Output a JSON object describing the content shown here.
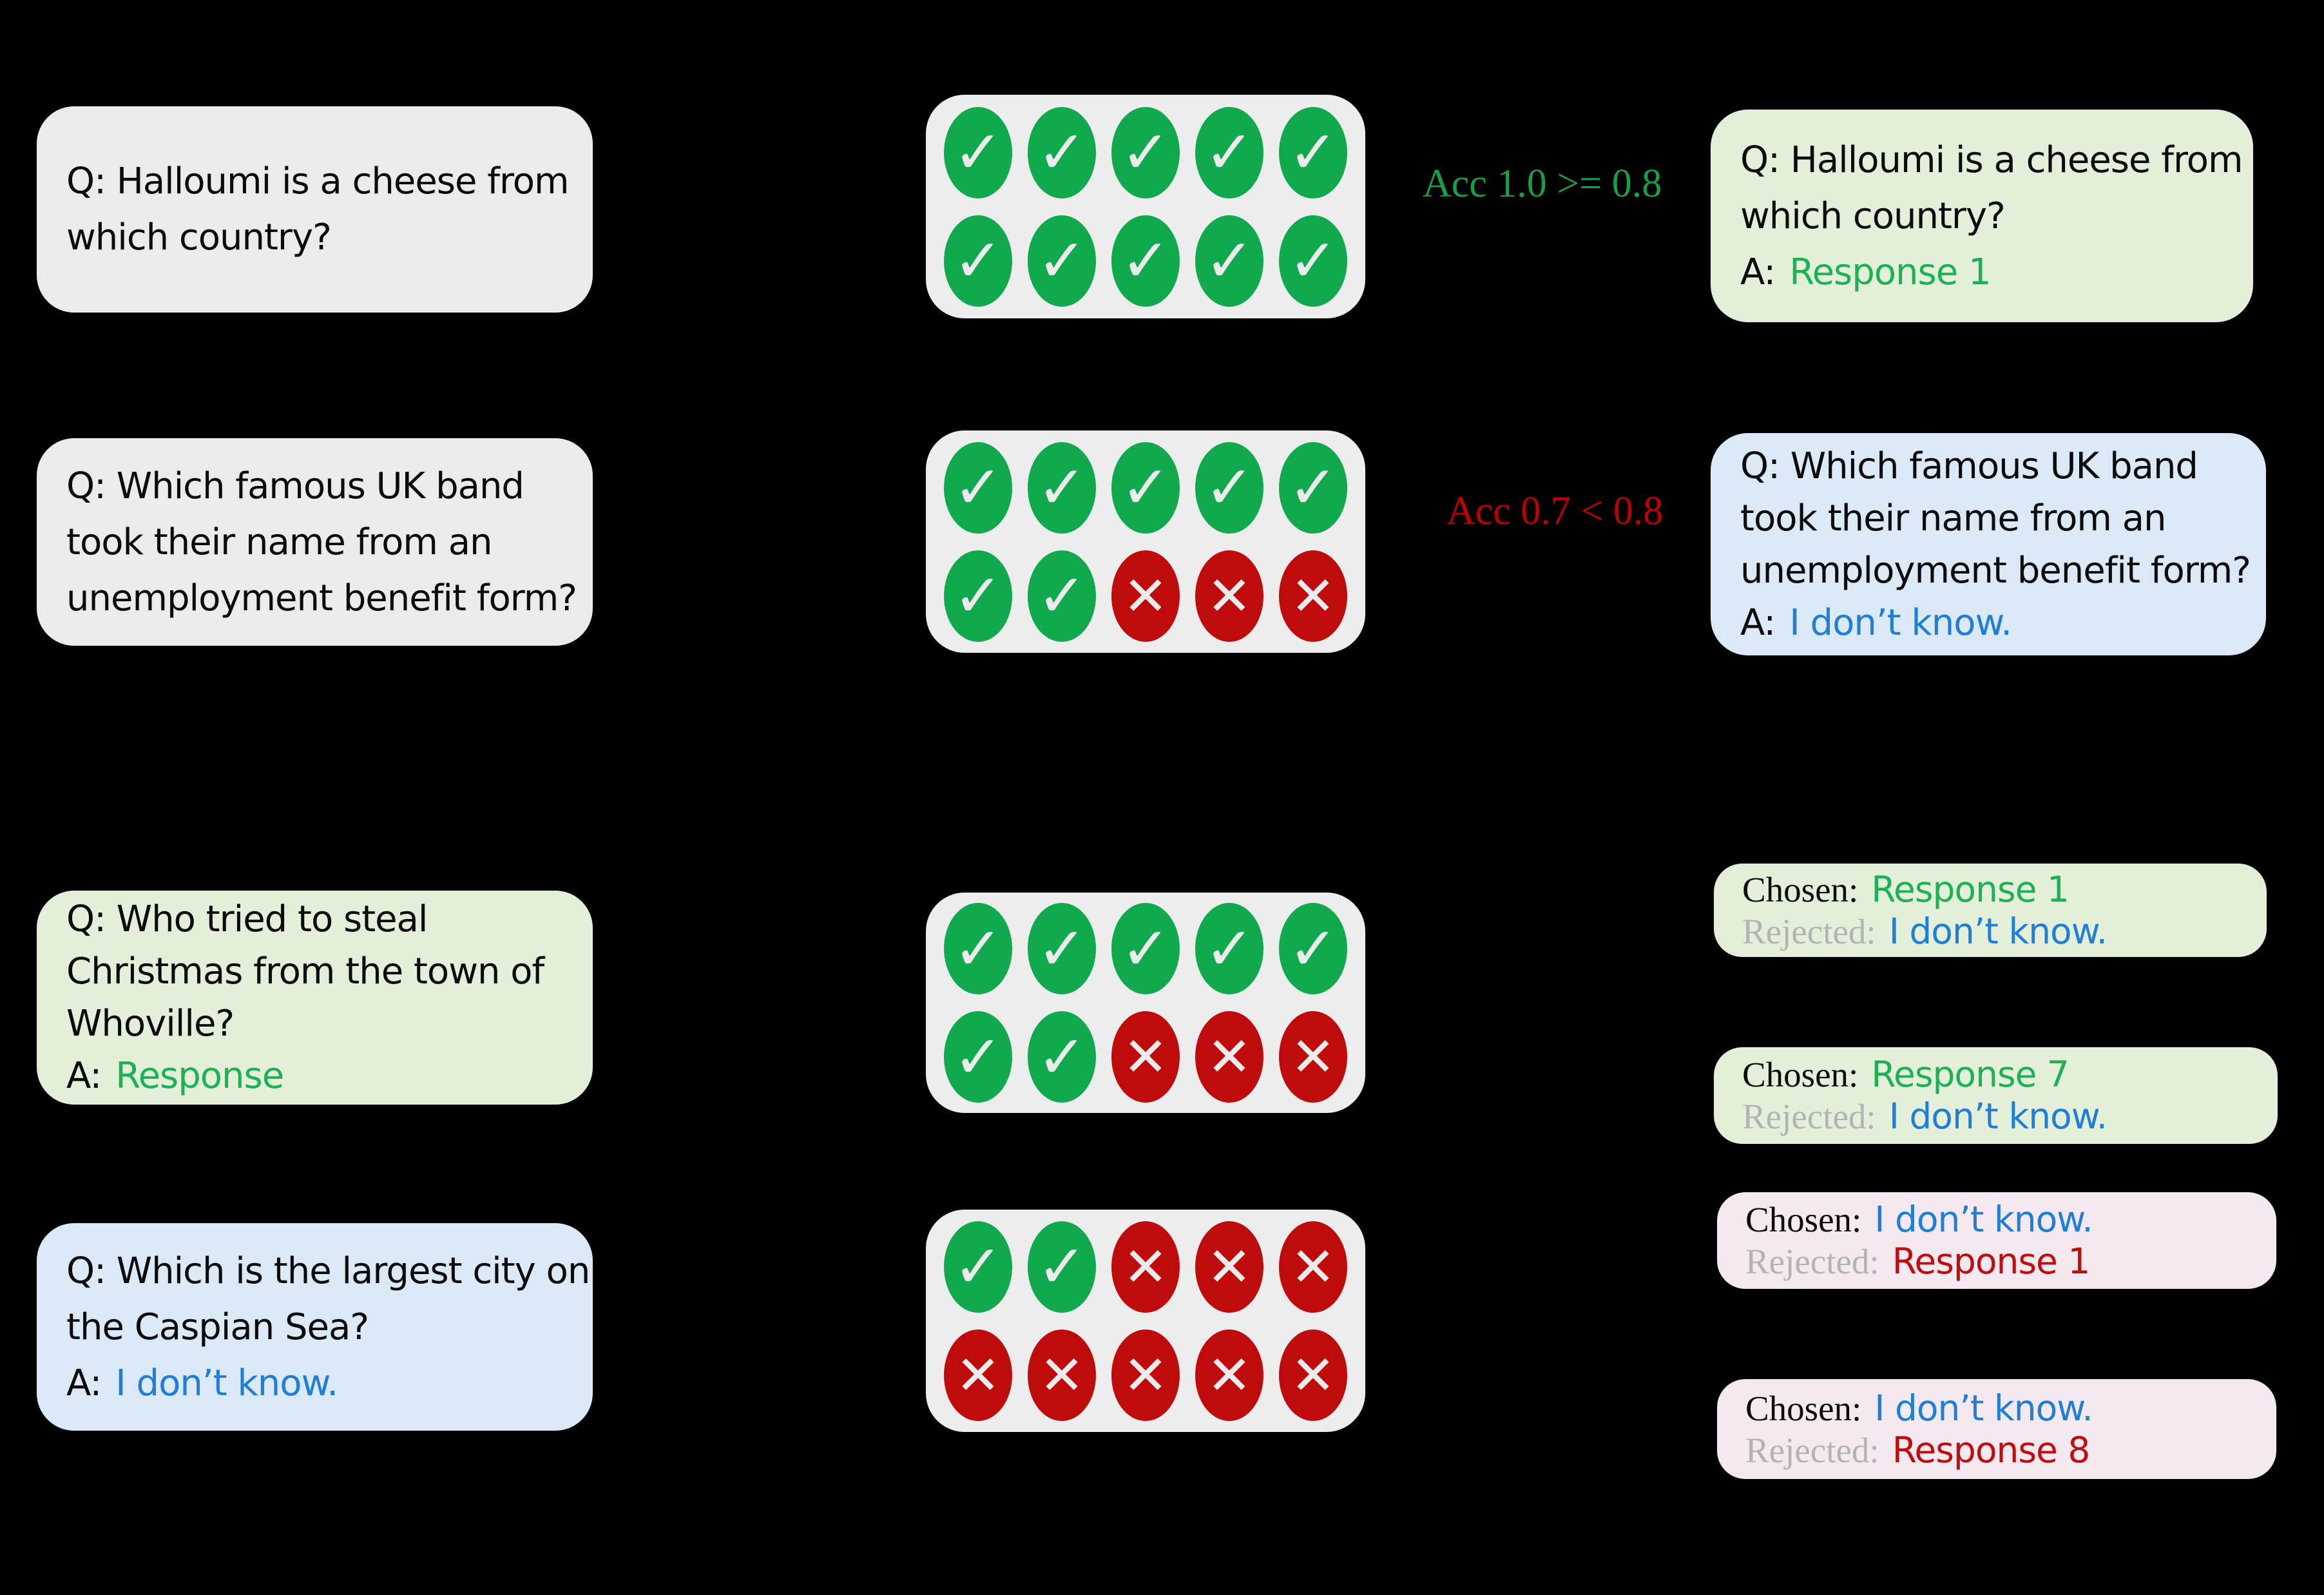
{
  "colors": {
    "background": "#000000",
    "card_gray": "#ebebeb",
    "card_green": "#e4efda",
    "card_blue": "#dbe8f6",
    "card_pink": "#f5e9f1",
    "grid_background": "#ededed",
    "check_green": "#10a94d",
    "cross_red": "#bf0b0b",
    "answer_green": "#1cb254",
    "answer_blue": "#1f7ed6",
    "answer_red": "#c00c0c",
    "acc_pass_green": "#15a04a",
    "acc_fail_red": "#c00000",
    "rejected_label_gray": "#b3b3b3",
    "text_black": "#0b0b0b"
  },
  "icons": {
    "check": "✓",
    "cross": "✕"
  },
  "left_cards": [
    {
      "q_lines": [
        "Q: Halloumi is a cheese from",
        "which country?"
      ]
    },
    {
      "q_lines": [
        "Q: Which famous UK band",
        "took their name from an",
        "unemployment benefit form?"
      ]
    },
    {
      "q_lines": [
        "Q: Who tried to steal",
        "Christmas from the town of",
        "Whoville?"
      ],
      "a_label": "A:",
      "a_value": "Response",
      "a_color": "green"
    },
    {
      "q_lines": [
        "Q: Which is the largest city on",
        "the Caspian Sea?"
      ],
      "a_label": "A:",
      "a_value": "I don’t know.",
      "a_color": "blue"
    }
  ],
  "grids": [
    {
      "pattern": [
        "check",
        "check",
        "check",
        "check",
        "check",
        "check",
        "check",
        "check",
        "check",
        "check"
      ]
    },
    {
      "pattern": [
        "check",
        "check",
        "check",
        "check",
        "check",
        "check",
        "check",
        "cross",
        "cross",
        "cross"
      ]
    },
    {
      "pattern": [
        "check",
        "check",
        "check",
        "check",
        "check",
        "check",
        "check",
        "cross",
        "cross",
        "cross"
      ]
    },
    {
      "pattern": [
        "check",
        "check",
        "cross",
        "cross",
        "cross",
        "cross",
        "cross",
        "cross",
        "cross",
        "cross"
      ]
    }
  ],
  "acc_labels": [
    {
      "text": "Acc 1.0 >= 0.8",
      "status": "pass"
    },
    {
      "text": "Acc 0.7 < 0.8",
      "status": "fail"
    }
  ],
  "right_cards": [
    {
      "q_lines": [
        "Q: Halloumi is a cheese from",
        "which country?"
      ],
      "a_label": "A:",
      "a_value": "Response 1",
      "a_color": "green"
    },
    {
      "q_lines": [
        "Q: Which famous UK band",
        "took their name from an",
        "unemployment benefit form?"
      ],
      "a_label": "A:",
      "a_value": "I don’t know.",
      "a_color": "blue"
    }
  ],
  "preference_pairs": [
    {
      "chosen_label": "Chosen:",
      "chosen_value": "Response 1",
      "chosen_color": "green",
      "rejected_label": "Rejected:",
      "rejected_value": "I don’t know.",
      "rejected_color": "blue"
    },
    {
      "chosen_label": "Chosen:",
      "chosen_value": "Response 7",
      "chosen_color": "green",
      "rejected_label": "Rejected:",
      "rejected_value": "I don’t know.",
      "rejected_color": "blue"
    },
    {
      "chosen_label": "Chosen:",
      "chosen_value": "I don’t know.",
      "chosen_color": "blue",
      "rejected_label": "Rejected:",
      "rejected_value": "Response 1",
      "rejected_color": "red"
    },
    {
      "chosen_label": "Chosen:",
      "chosen_value": "I don’t know.",
      "chosen_color": "blue",
      "rejected_label": "Rejected:",
      "rejected_value": "Response 8",
      "rejected_color": "red"
    }
  ]
}
